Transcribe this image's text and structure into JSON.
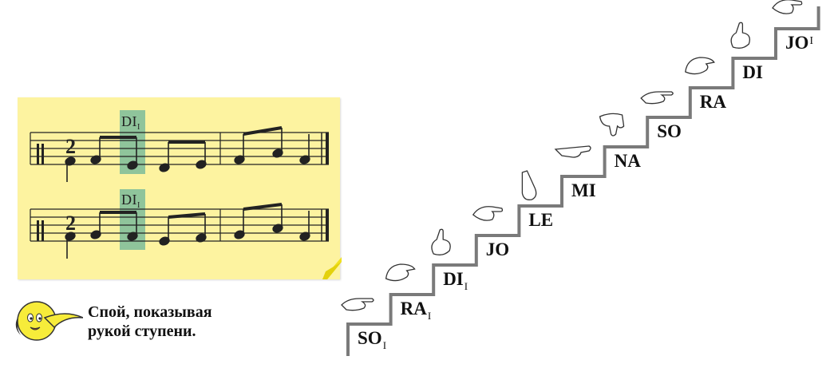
{
  "note": {
    "staff_top": {
      "time_signature": "2",
      "highlight_label": "DI",
      "highlight_sub": "I"
    },
    "staff_bottom": {
      "time_signature": "2",
      "highlight_label": "DI",
      "highlight_sub": "I"
    }
  },
  "instruction": {
    "line1": "Спой, показывая",
    "line2": "рукой ступени."
  },
  "steps": [
    {
      "label": "SO",
      "mark": "I",
      "mark_pos": "sub"
    },
    {
      "label": "RA",
      "mark": "I",
      "mark_pos": "sub"
    },
    {
      "label": "DI",
      "mark": "I",
      "mark_pos": "sub"
    },
    {
      "label": "JO",
      "mark": "",
      "mark_pos": ""
    },
    {
      "label": "LE",
      "mark": "",
      "mark_pos": ""
    },
    {
      "label": "MI",
      "mark": "",
      "mark_pos": ""
    },
    {
      "label": "NA",
      "mark": "",
      "mark_pos": ""
    },
    {
      "label": "SO",
      "mark": "",
      "mark_pos": ""
    },
    {
      "label": "RA",
      "mark": "",
      "mark_pos": ""
    },
    {
      "label": "DI",
      "mark": "",
      "mark_pos": ""
    },
    {
      "label": "JO",
      "mark": "I",
      "mark_pos": "sup"
    }
  ],
  "hand_signs": [
    "flat-palm-hand-icon",
    "cupped-hand-icon",
    "pointing-up-hand-icon",
    "curled-hand-icon",
    "vertical-palm-hand-icon",
    "flat-hand-down-icon",
    "thumb-down-hand-icon",
    "flat-palm-hand-icon",
    "cupped-hand-icon",
    "pointing-up-hand-icon",
    "curled-hand-icon"
  ],
  "colors": {
    "note": "#fdf3a0",
    "note_fold": "#f1e11e",
    "highlight": "#8fc49b",
    "staircase": "#7a7a7a",
    "mascot": "#f7ec3a"
  }
}
